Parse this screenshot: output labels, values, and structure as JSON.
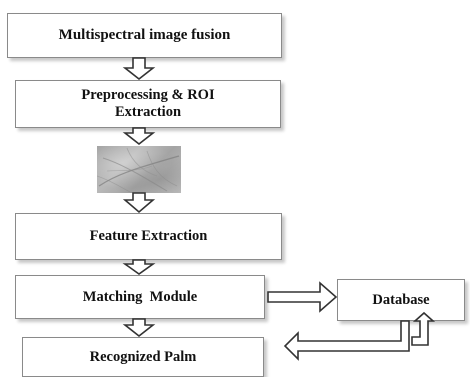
{
  "diagram": {
    "nodes": {
      "fusion": "Multispectral image fusion",
      "preprocessing_line1": "Preprocessing & ROI",
      "preprocessing_line2": "Extraction",
      "feature": "Feature Extraction",
      "matching": "Matching  Module",
      "database": "Database",
      "recognized": "Recognized Palm"
    },
    "image": {
      "icon": "palm-roi-image"
    },
    "colors": {
      "box_border": "#8a8a8a",
      "arrow_stroke": "#333333",
      "text": "#111111"
    }
  }
}
